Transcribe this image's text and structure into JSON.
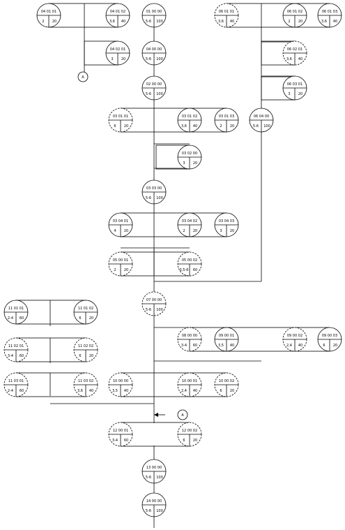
{
  "nodes": [
    {
      "id": "n040101",
      "code": "04 01 01",
      "left": "2",
      "right": "20"
    },
    {
      "id": "n040102",
      "code": "04 01 02",
      "left": "3,6",
      "right": "40"
    },
    {
      "id": "n040201",
      "code": "04 02 01",
      "left": "3",
      "right": "20"
    },
    {
      "id": "n010000",
      "code": "01 00 00",
      "left": "5-6",
      "right": "100"
    },
    {
      "id": "n040000",
      "code": "04 00 00",
      "left": "5-6",
      "right": "100"
    },
    {
      "id": "n020000",
      "code": "02 00 00",
      "left": "5-6",
      "right": "100"
    },
    {
      "id": "n060101",
      "code": "06 01 01",
      "left": "3,6",
      "right": "40",
      "dashed": true
    },
    {
      "id": "n060102",
      "code": "06 01 02",
      "left": "2",
      "right": "20"
    },
    {
      "id": "n060103",
      "code": "06 01 03",
      "left": "3,6",
      "right": "40"
    },
    {
      "id": "n060201",
      "code": "06 02 01",
      "left": "3,6",
      "right": "40",
      "dashed": true
    },
    {
      "id": "n060301",
      "code": "06 03 01",
      "left": "3",
      "right": "20"
    },
    {
      "id": "n060400",
      "code": "06 04 00",
      "left": "5-6",
      "right": "100"
    },
    {
      "id": "n030101",
      "code": "03 01 01",
      "left": "6",
      "right": "20",
      "dashed": true
    },
    {
      "id": "n030102",
      "code": "03 01 02",
      "left": "3,6",
      "right": "40"
    },
    {
      "id": "n030103",
      "code": "03 01 03",
      "left": "2",
      "right": "20"
    },
    {
      "id": "n030200",
      "code": "03 02 00",
      "left": "3",
      "right": "20"
    },
    {
      "id": "n030300",
      "code": "03 03 00",
      "left": "5-6",
      "right": "100"
    },
    {
      "id": "n030401",
      "code": "03 04 01",
      "left": "4",
      "right": "20"
    },
    {
      "id": "n030402",
      "code": "03 04 02",
      "left": "2",
      "right": "20"
    },
    {
      "id": "n030403",
      "code": "03 04 03",
      "left": "3",
      "right": "20"
    },
    {
      "id": "n050001",
      "code": "05 00 01",
      "left": "2",
      "right": "20",
      "dashed": true
    },
    {
      "id": "n050002",
      "code": "05 00 02",
      "left": "3,5-6",
      "right": "60",
      "dashed": true
    },
    {
      "id": "n070000",
      "code": "07 00 00",
      "left": "5-6",
      "right": "100",
      "dashed": true
    },
    {
      "id": "n080000",
      "code": "08 00 00",
      "left": "3-4",
      "right": "60",
      "dashed": true
    },
    {
      "id": "n090001",
      "code": "09 00 01",
      "left": "3,5",
      "right": "40"
    },
    {
      "id": "n090002",
      "code": "09 00 02",
      "left": "2,4",
      "right": "40",
      "dashed": true
    },
    {
      "id": "n090003",
      "code": "09 00 03",
      "left": "6",
      "right": "20"
    },
    {
      "id": "n110101",
      "code": "11 01 01",
      "left": "2-4",
      "right": "60"
    },
    {
      "id": "n110102",
      "code": "11 01 02",
      "left": "6",
      "right": "20"
    },
    {
      "id": "n110201",
      "code": "11 02 01",
      "left": "3-4",
      "right": "60",
      "dashed": true
    },
    {
      "id": "n110202",
      "code": "11 02 02",
      "left": "6",
      "right": "20",
      "dashed": true
    },
    {
      "id": "n110301",
      "code": "11 03 01",
      "left": "2-4",
      "right": "60",
      "dashed": true
    },
    {
      "id": "n110302",
      "code": "11 03 02",
      "left": "3,6",
      "right": "40",
      "dashed": true
    },
    {
      "id": "n100000",
      "code": "10 00 00",
      "left": "3,5",
      "right": "40",
      "dashed": true
    },
    {
      "id": "n100001",
      "code": "10 00 01",
      "left": "2,4",
      "right": "40",
      "dashed": true
    },
    {
      "id": "n100002",
      "code": "10 00 02",
      "left": "6",
      "right": "20",
      "dashed": true
    },
    {
      "id": "n120001",
      "code": "12 00 01",
      "left": "3-4",
      "right": "60",
      "dashed": true
    },
    {
      "id": "n120002",
      "code": "12 00 02",
      "left": "6",
      "right": "20",
      "dashed": true
    },
    {
      "id": "n130000",
      "code": "13 00 00",
      "left": "5-6",
      "right": "100"
    },
    {
      "id": "n140000",
      "code": "14 00 00",
      "left": "5-6",
      "right": "100"
    }
  ],
  "connectors": [
    {
      "id": "top-a",
      "label": "A"
    },
    {
      "id": "side-a",
      "label": "A"
    }
  ]
}
